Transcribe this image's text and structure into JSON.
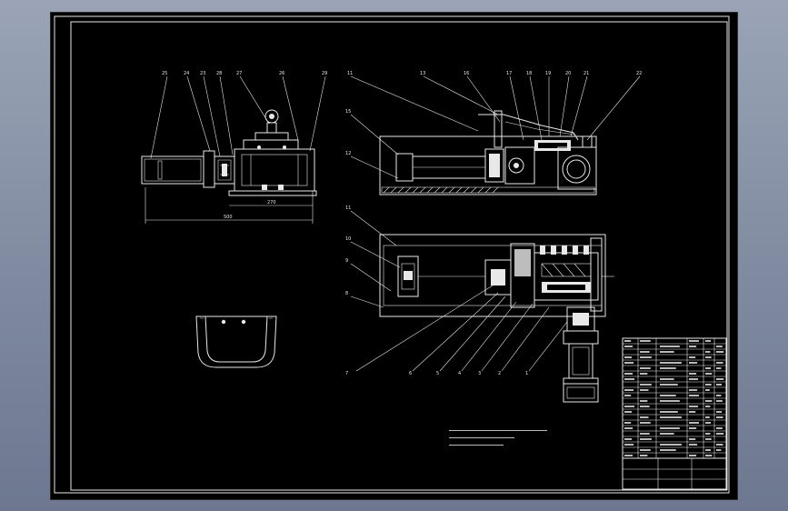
{
  "drawing": {
    "section_label_top": "",
    "section_label_left": "",
    "part_numbers_top": [
      "25",
      "24",
      "23",
      "28",
      "27",
      "26",
      "29"
    ],
    "part_numbers_right_top": [
      "11",
      "13",
      "16",
      "17",
      "18",
      "19",
      "20",
      "21",
      "22"
    ],
    "part_numbers_right_side": [
      "15",
      "12"
    ],
    "part_numbers_plan_side": [
      "11",
      "10",
      "9",
      "8"
    ],
    "part_numbers_bottom": [
      "7",
      "6",
      "5",
      "4",
      "3",
      "2",
      "1"
    ],
    "tech_notes_heading": "",
    "tech_notes": [
      "",
      "",
      ""
    ]
  },
  "title_block": {
    "drawing_name": "",
    "rows": 22
  }
}
